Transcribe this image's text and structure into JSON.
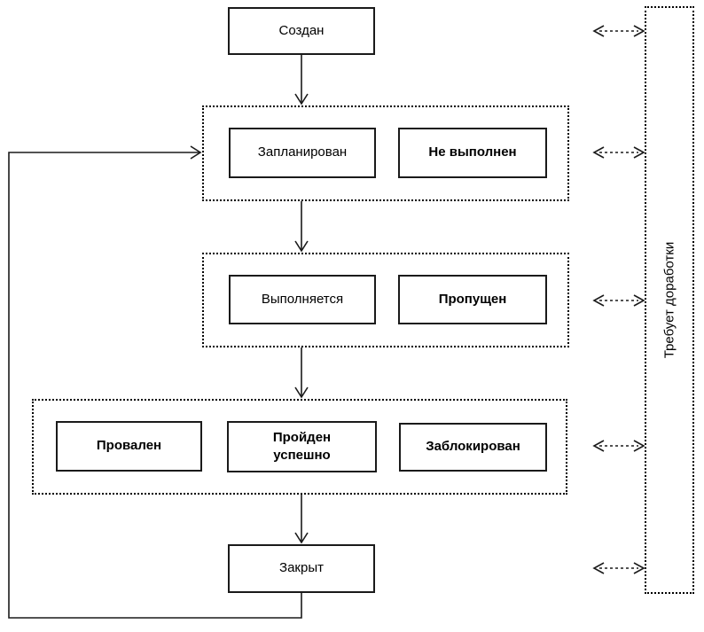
{
  "diagram": {
    "states": {
      "created": "Создан",
      "planned": "Запланирован",
      "not_executed": "Не выполнен",
      "running": "Выполняется",
      "skipped": "Пропущен",
      "failed": "Провален",
      "passed": "Пройден успешно",
      "blocked": "Заблокирован",
      "closed": "Закрыт"
    },
    "side_label": "Требует доработки",
    "colors": {
      "line": "#000000",
      "background": "#ffffff"
    }
  }
}
